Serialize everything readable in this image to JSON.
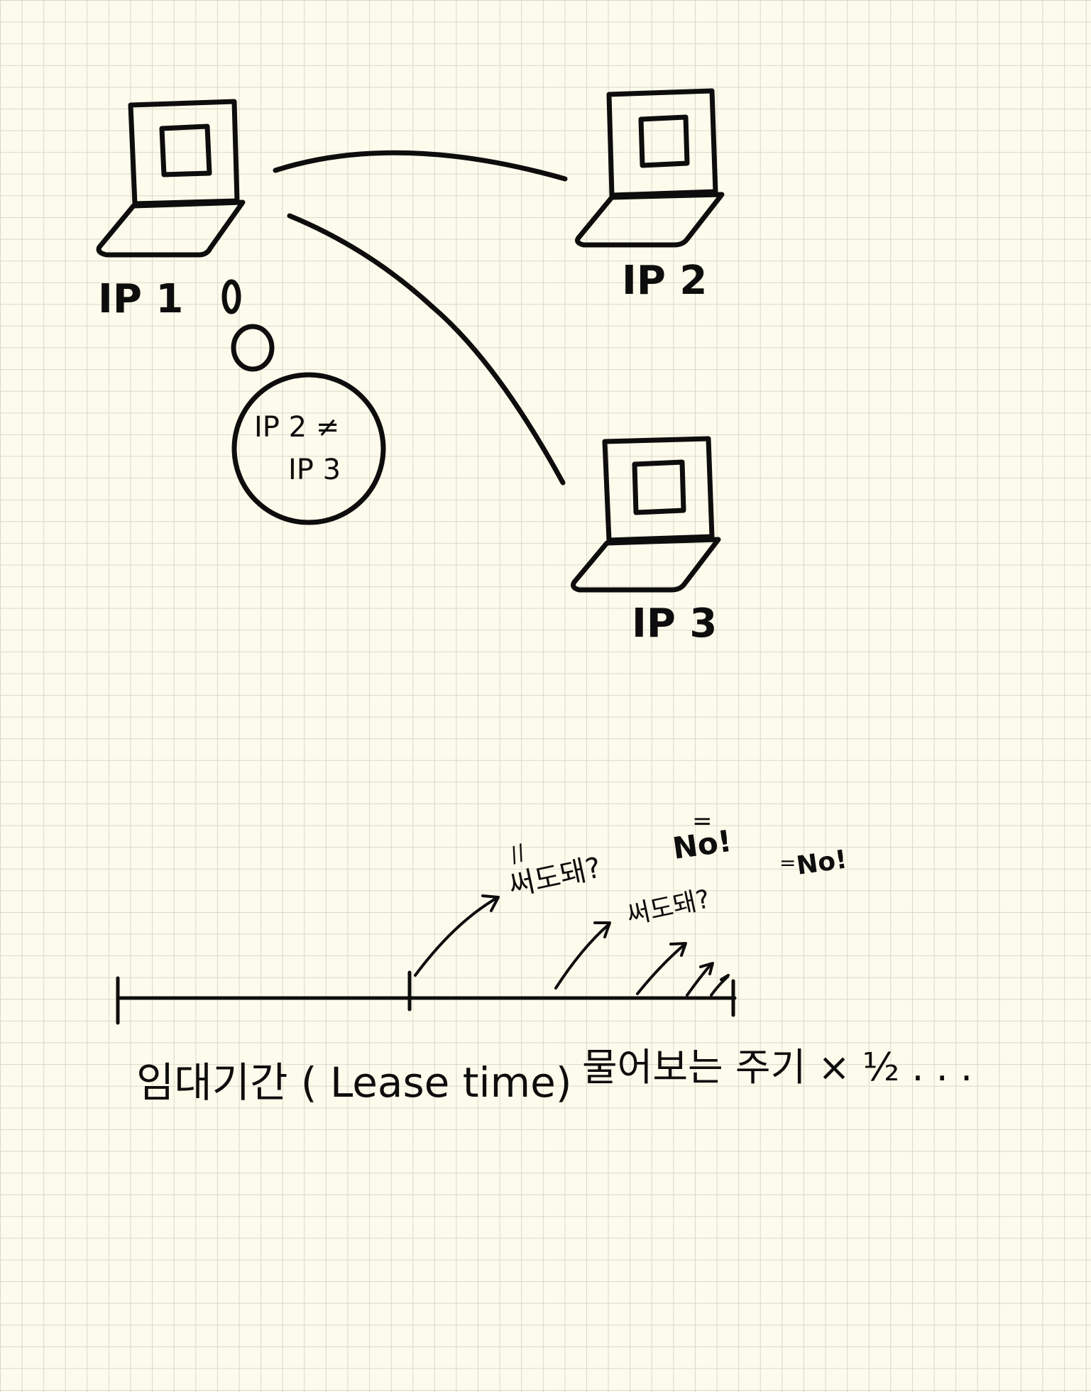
{
  "diagram": {
    "computers": [
      {
        "id": "pc1",
        "label": "IP 1"
      },
      {
        "id": "pc2",
        "label": "IP 2"
      },
      {
        "id": "pc3",
        "label": "IP 3"
      }
    ],
    "thought_bubble": {
      "line1": "IP 2 ≠",
      "line2": "IP 3"
    }
  },
  "timeline": {
    "caption": "임대기간 ( Lease time)",
    "interval_caption": "물어보는 주기 × ½ . . .",
    "questions": [
      "써도돼?",
      "써도돼?"
    ],
    "replies": [
      "No!",
      "No!"
    ],
    "reply_marks": [
      "=",
      "="
    ],
    "question_mark": "//"
  }
}
